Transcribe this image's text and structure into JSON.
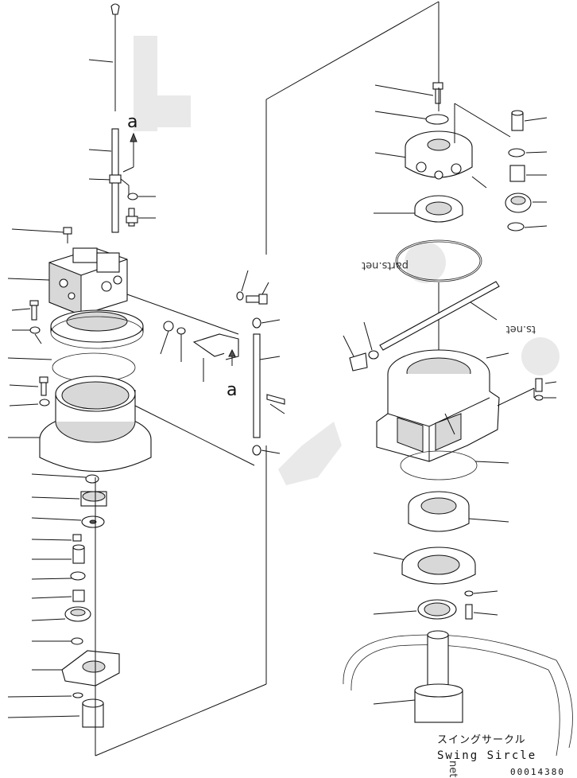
{
  "diagram": {
    "ref_letter_top": "a",
    "ref_letter_bottom": "a",
    "watermark_left": "parts.net",
    "watermark_right": "ts.net",
    "watermark_bottom": "net",
    "label_japanese": "スイングサークル",
    "label_english": "Swing Sircle",
    "figure_code": "00014380"
  }
}
